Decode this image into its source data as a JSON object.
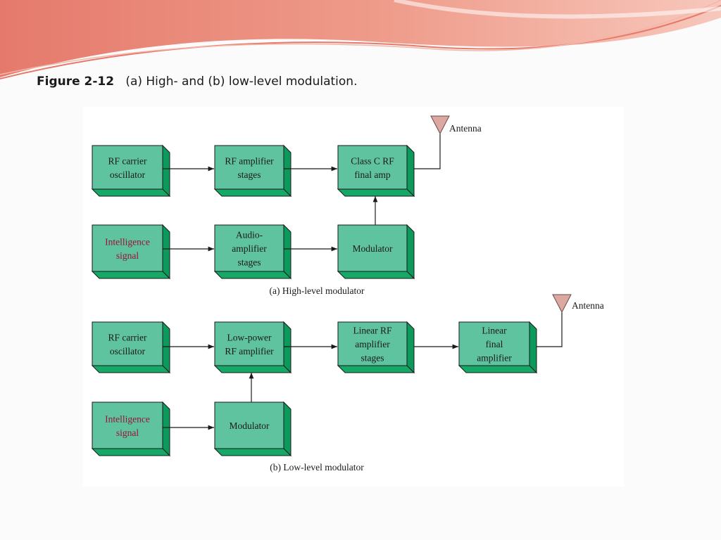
{
  "title": {
    "figure_number": "Figure 2-12",
    "caption": "(a) High- and (b) low-level modulation."
  },
  "colors": {
    "block_face": "#5fc39f",
    "block_shadow": "#0c9a5c",
    "intelligence_text": "#9a1238",
    "antenna": "#dba8a2",
    "header_wave": "#e8857a"
  },
  "high_level": {
    "caption": "(a) High-level modulator",
    "antenna_label": "Antenna",
    "blocks": {
      "rf_osc": [
        "RF carrier",
        "oscillator"
      ],
      "rf_amp": [
        "RF amplifier",
        "stages"
      ],
      "class_c": [
        "Class C RF",
        "final amp"
      ],
      "intel": [
        "Intelligence",
        "signal"
      ],
      "audio_amp": [
        "Audio-",
        "amplifier",
        "stages"
      ],
      "modulator": [
        "Modulator"
      ]
    }
  },
  "low_level": {
    "caption": "(b) Low-level modulator",
    "antenna_label": "Antenna",
    "blocks": {
      "rf_osc": [
        "RF carrier",
        "oscillator"
      ],
      "low_power": [
        "Low-power",
        "RF amplifier"
      ],
      "linear_rf": [
        "Linear RF",
        "amplifier",
        "stages"
      ],
      "linear_final": [
        "Linear",
        "final",
        "amplifier"
      ],
      "intel": [
        "Intelligence",
        "signal"
      ],
      "modulator": [
        "Modulator"
      ]
    }
  }
}
